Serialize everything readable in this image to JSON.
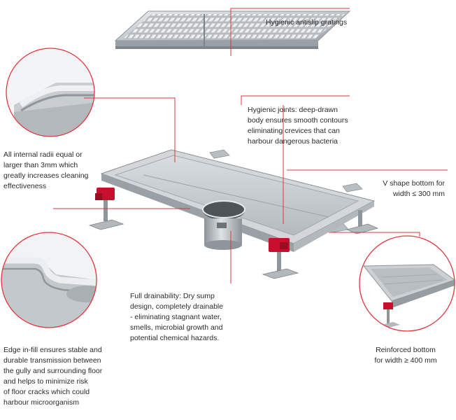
{
  "colors": {
    "accent": "#e3353d",
    "steel": "#c9cdd1",
    "steel_dark": "#8f959a",
    "fitting_red": "#c8102e"
  },
  "labels": {
    "gratings": {
      "lines": [
        "Hygienic antislip gratings"
      ]
    },
    "radii": {
      "lines": [
        "All internal radii equal or",
        "larger than 3mm which",
        "greatly increases cleaning",
        "effectiveness"
      ]
    },
    "joints": {
      "lines": [
        "Hygienic joints: deep-drawn",
        "body ensures smooth contours",
        "eliminating crevices that can",
        "harbour dangerous bacteria"
      ]
    },
    "vshape": {
      "lines": [
        "V shape bottom for",
        "width ≤ 300 mm"
      ]
    },
    "drainability": {
      "lines": [
        "Full drainability: Dry sump",
        "design, completely drainable",
        "- eliminating stagnant water,",
        "smells, microbial growth and",
        "potential chemical hazards."
      ]
    },
    "reinforced": {
      "lines": [
        "Reinforced bottom",
        "for width ≥ 400 mm"
      ]
    },
    "edge": {
      "lines": [
        "Edge in-fill ensures stable and",
        "durable transmission between",
        "the gully and surrounding floor",
        "and helps to minimize risk",
        "of floor cracks which could",
        "harbour microorganism"
      ]
    }
  }
}
